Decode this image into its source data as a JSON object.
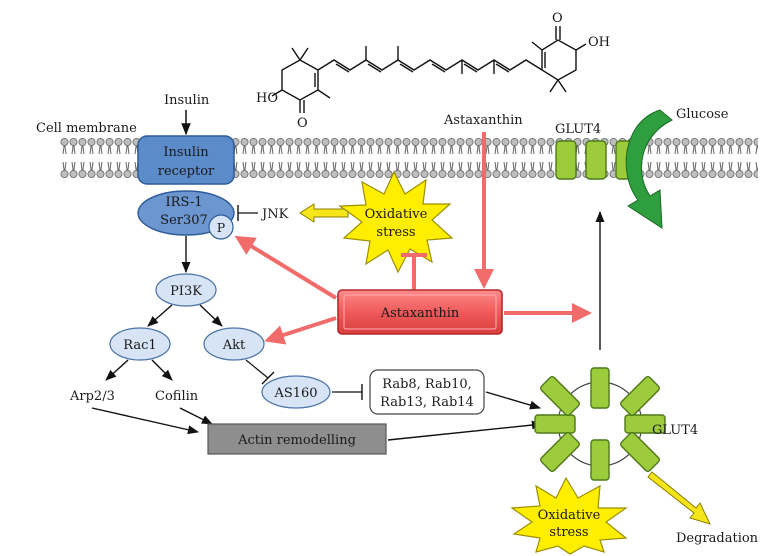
{
  "labels": {
    "insulin": "Insulin",
    "cell_membrane": "Cell membrane",
    "insulin_receptor_line1": "Insulin",
    "insulin_receptor_line2": "receptor",
    "astaxanthin_top": "Astaxanthin",
    "glut4_membrane": "GLUT4",
    "glucose": "Glucose",
    "irs1_line1": "IRS-1",
    "irs1_line2": "Ser307",
    "phospho": "P",
    "jnk": "JNK",
    "oxidative_line1": "Oxidative",
    "oxidative_line2": "stress",
    "pi3k": "PI3K",
    "astaxanthin_box": "Astaxanthin",
    "rac1": "Rac1",
    "akt": "Akt",
    "arp23": "Arp2/3",
    "cofilin": "Cofilin",
    "as160": "AS160",
    "rab_line1": "Rab8, Rab10,",
    "rab_line2": "Rab13, Rab14",
    "actin": "Actin remodelling",
    "glut4_vesicle": "GLUT4",
    "oxidative2_line1": "Oxidative",
    "oxidative2_line2": "stress",
    "degradation": "Degradation"
  },
  "molecule": {
    "hydroxyl_left": "HO",
    "hydroxyl_right": "OH",
    "oxo_top": "O",
    "oxo_bottom": "O"
  },
  "colors": {
    "receptor_fill": "#5b8bc9",
    "irs_fill": "#6b96cf",
    "node_fill": "#d6e4f5",
    "astaxanthin_fill": "#f05a5a",
    "red_arrow": "#f26b6b",
    "glut4_green": "#9ccc3c",
    "glucose_green": "#2e9e3e",
    "starburst": "#ffee00",
    "jnk_arrow": "#f5e51a",
    "actin_fill": "#8e8e8e"
  }
}
